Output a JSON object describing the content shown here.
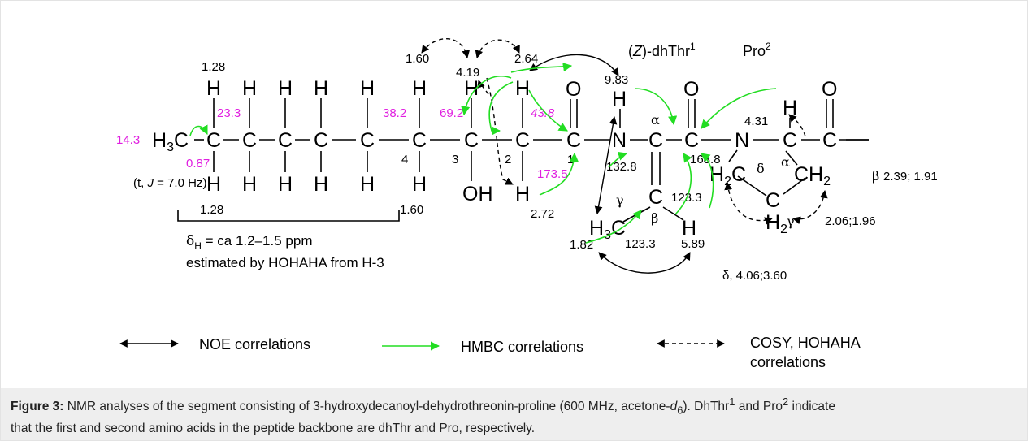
{
  "labels": {
    "h_c10_top": "1.28",
    "c9_shift": "23.3",
    "c5_shift": "38.2",
    "c4_top": "1.60",
    "c4_shift": "69.2",
    "h3": "4.19",
    "h2a": "2.64",
    "c2_shift": "43.8",
    "nh": "9.83",
    "dhthr_Z": "Z",
    "dhthr_name": "-dhThr",
    "dhthr_num": "1",
    "pro_name": "Pro",
    "pro_num": "2",
    "c10_shift": "14.3",
    "h10": "0.87",
    "t_prefix": "(t, ",
    "t_J": "J",
    "t_value": " = 7.0 Hz)",
    "num4": "4",
    "num3": "3",
    "num2": "2",
    "num1": "1",
    "c1_shift": "173.5",
    "h2b": "2.72",
    "dh_alpha_shift": "132.8",
    "dh_co_shift": "123.3",
    "dh_beta_shift": "123.3",
    "ch3": "1.82",
    "h_beta": "5.89",
    "pro_h_alpha": "4.31",
    "pro_co_shift": "168.8",
    "beta_shifts": "2.39; 1.91",
    "gamma_shifts": "2.06;1.96",
    "delta_label": "δ, 4.06;3.60",
    "h_bottom_left": "1.28",
    "h_bottom_right": "1.60",
    "delta_h_1": "δ",
    "delta_h_sub": "H",
    "delta_h_2": " = ca 1.2–1.5 ppm",
    "hohaha_note": "estimated by HOHAHA from H-3",
    "greek_alpha": "α",
    "greek_beta": "β",
    "greek_gamma": "γ",
    "greek_delta": "δ"
  },
  "legend": {
    "noe": "NOE correlations",
    "hmbc": "HMBC correlations",
    "cosy_1": "COSY, HOHAHA",
    "cosy_2": "correlations"
  },
  "caption": {
    "fig_label": "Figure 3:",
    "part1": " NMR analyses of the segment consisting of 3-hydroxydecanoyl-dehydrothreonin-proline (600 MHz, acetone-",
    "d": "d",
    "d_sub": "6",
    "part2": "). DhThr",
    "sup1": "1",
    "part3": " and Pro",
    "sup2": "2",
    "part4": " indicate",
    "line2": "that the first and second amino acids in the peptide backbone are dhThr and Pro, respectively."
  },
  "colors": {
    "hmbc_arrow": "#22dd22",
    "carbon_shift_label": "#e020e0",
    "caption_background": "#eeeeee"
  }
}
